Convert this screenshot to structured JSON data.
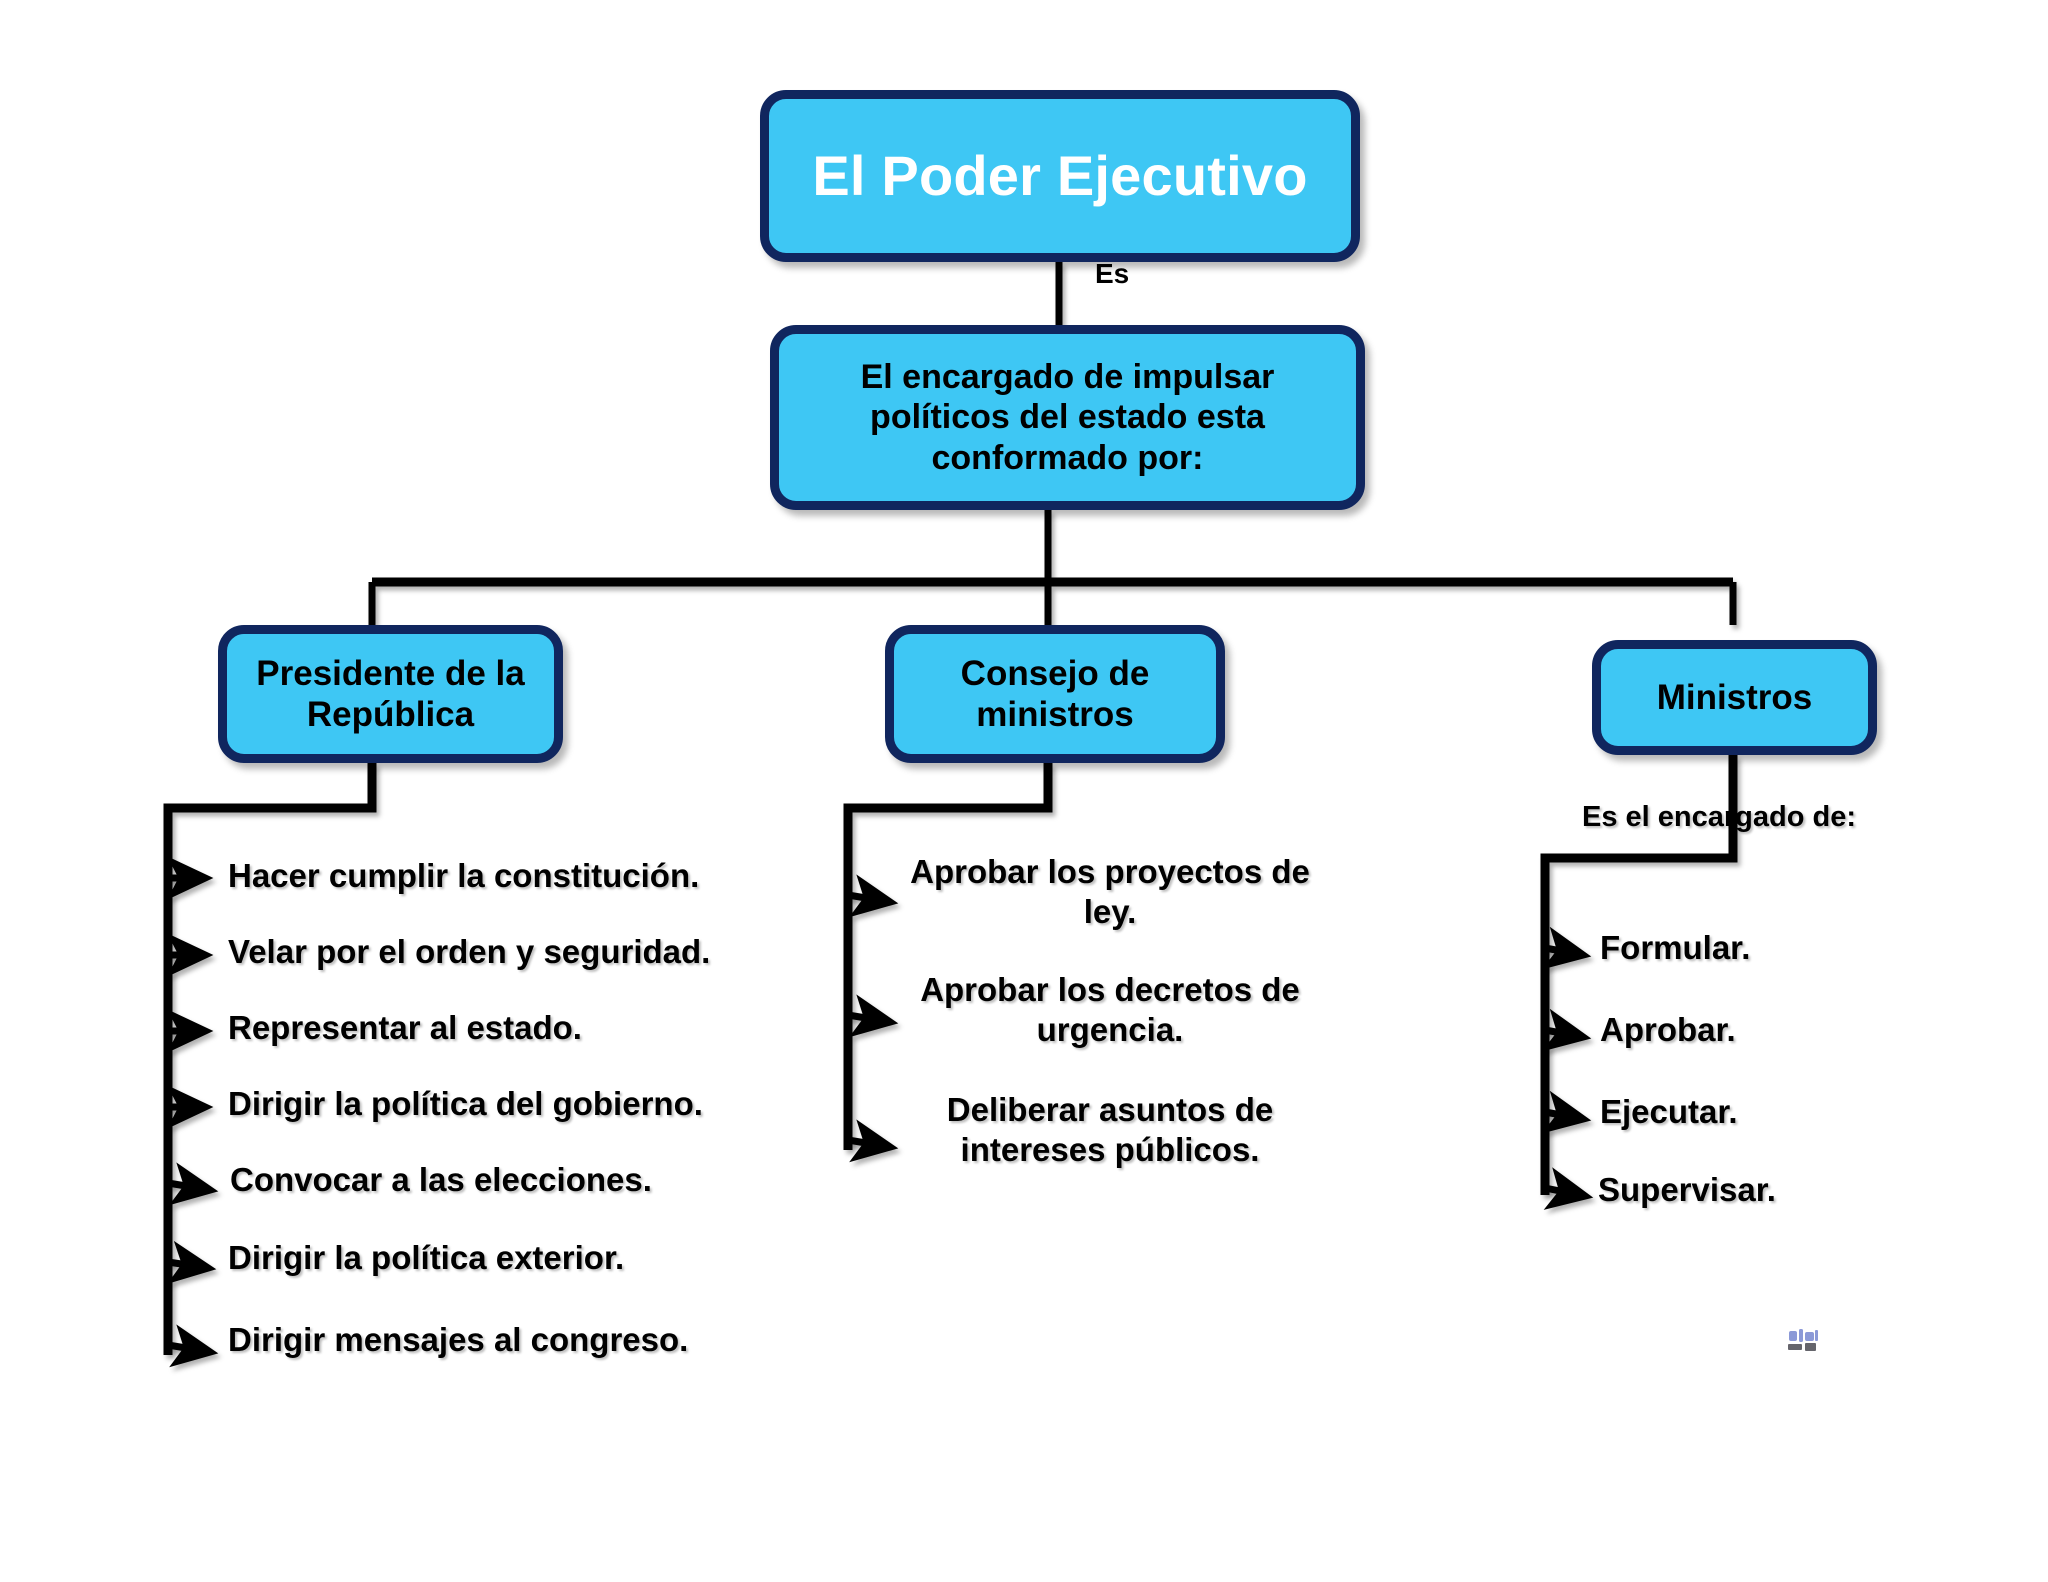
{
  "diagram": {
    "title_node": {
      "label": "El Poder Ejecutivo"
    },
    "edge_label_es": "Es",
    "definition_node": {
      "label": "El encargado de impulsar políticos del estado esta conformado por:"
    },
    "branches": [
      {
        "id": "presidente",
        "label": "Presidente de la República",
        "items": [
          "Hacer cumplir la constitución.",
          "Velar por el orden y seguridad.",
          "Representar al estado.",
          "Dirigir la política del gobierno.",
          "Convocar a las elecciones.",
          "Dirigir la política exterior.",
          "Dirigir mensajes al congreso."
        ]
      },
      {
        "id": "consejo",
        "label": "Consejo de ministros",
        "items": [
          "Aprobar los proyectos de ley.",
          "Aprobar los decretos de urgencia.",
          "Deliberar asuntos de intereses públicos."
        ]
      },
      {
        "id": "ministros",
        "label": "Ministros",
        "caption": "Es el encargado de:",
        "items": [
          "Formular.",
          "Aprobar.",
          "Ejecutar.",
          "Supervisar."
        ]
      }
    ],
    "colors": {
      "node_fill": "#3EC7F4",
      "node_border": "#10265E",
      "title_text": "#FFFFFF",
      "body_text": "#000000",
      "connector": "#000000",
      "background": "#FFFFFF"
    },
    "watermark": {
      "name": "small-blue-glyph-watermark"
    }
  }
}
